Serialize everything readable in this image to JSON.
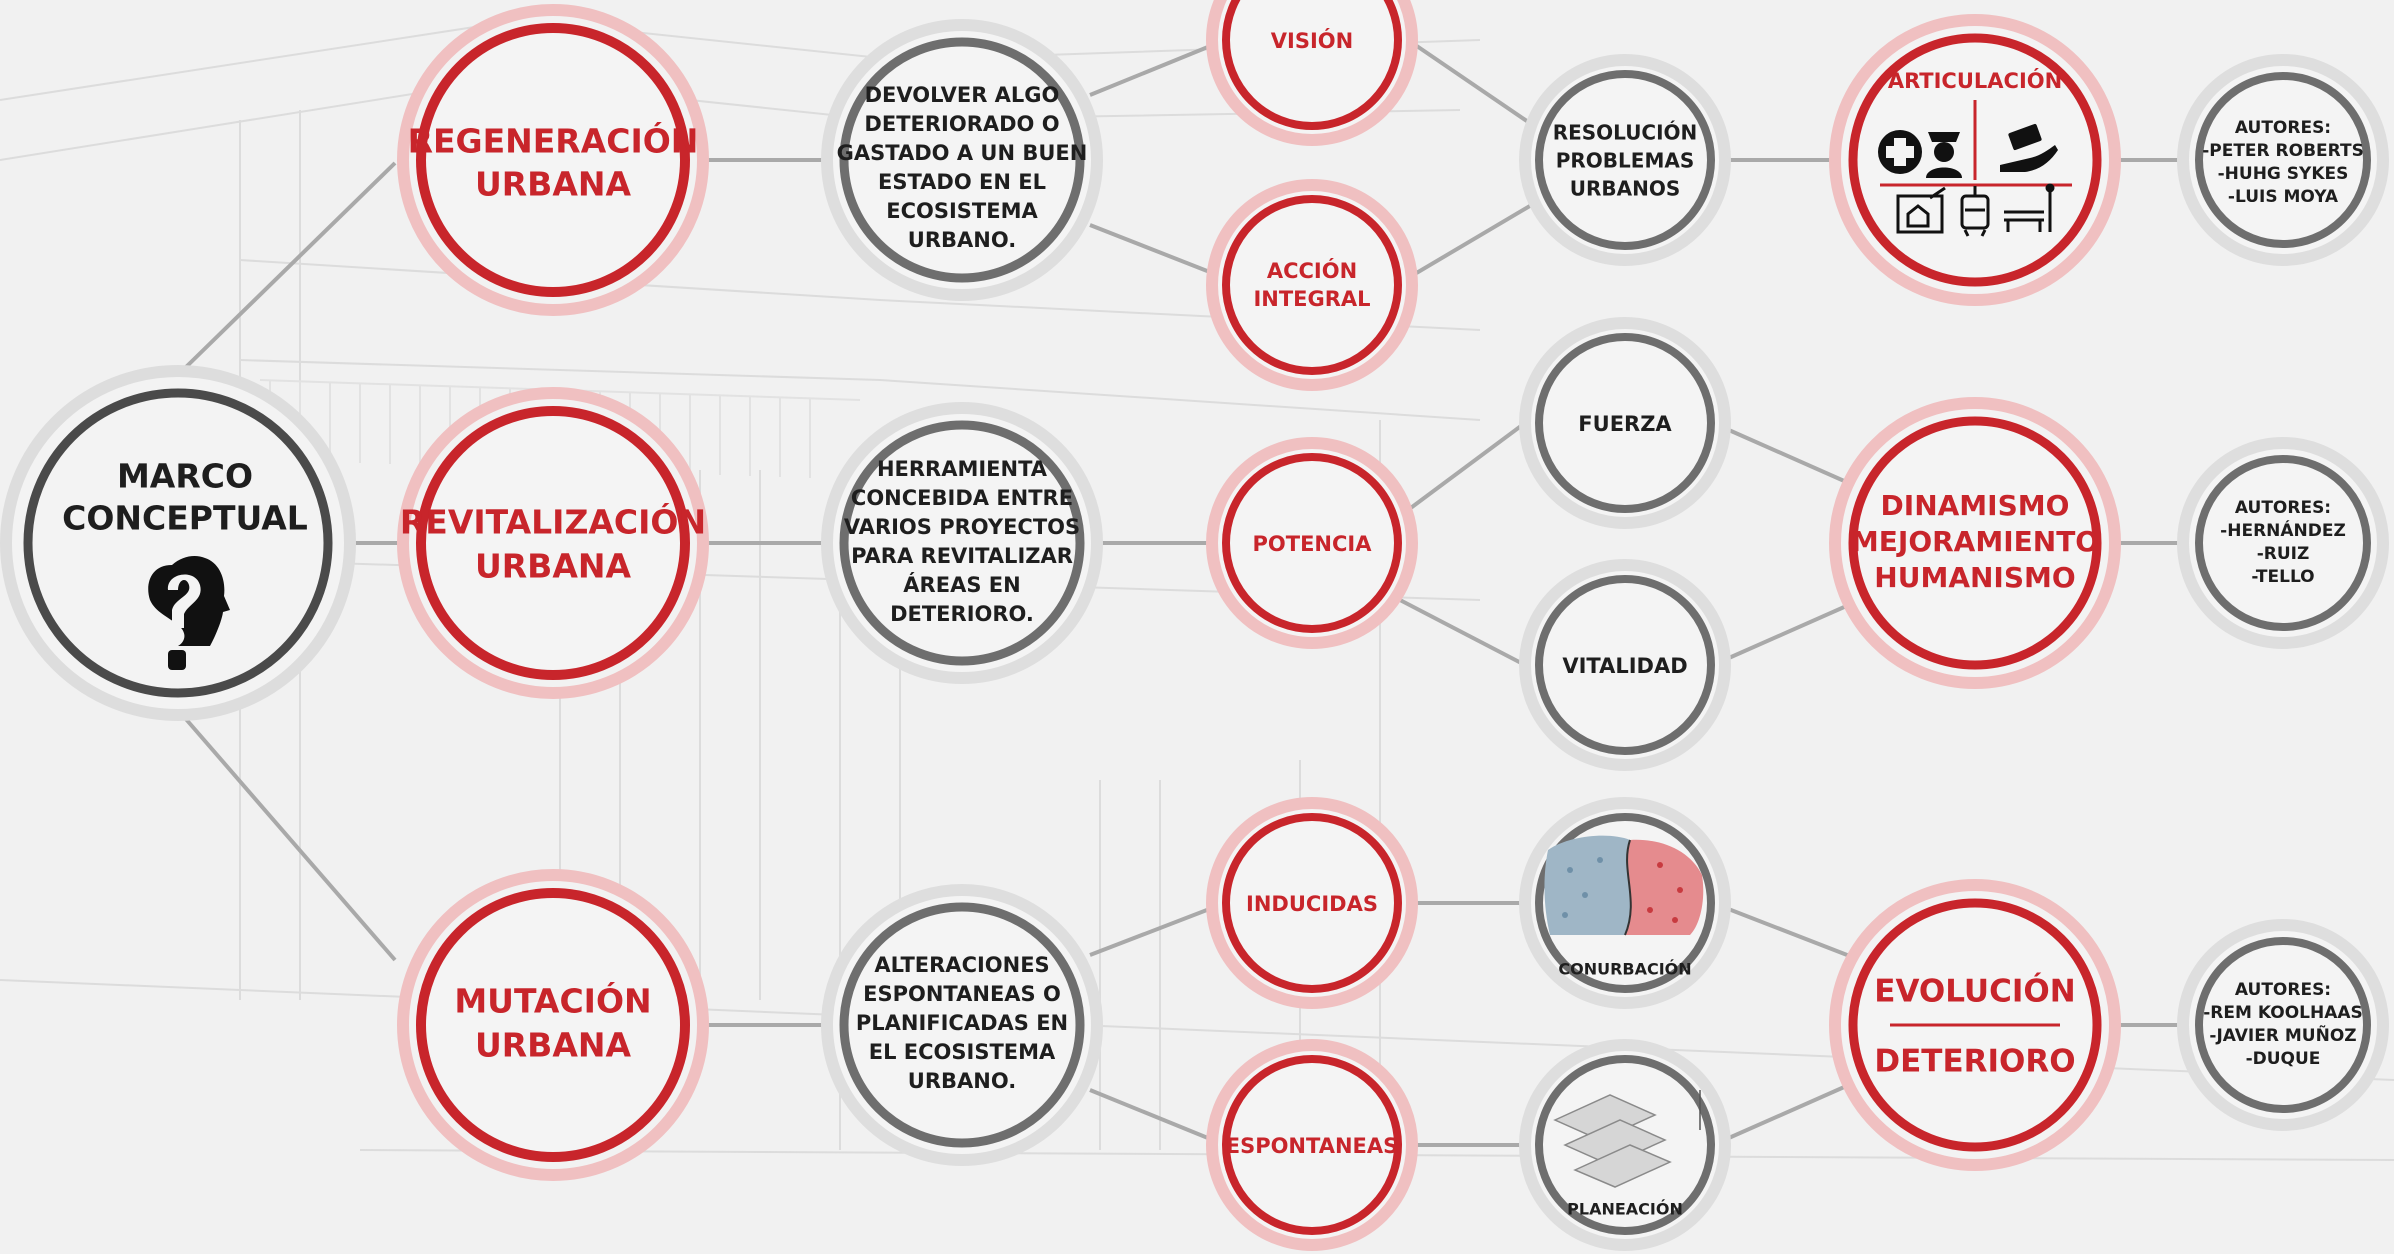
{
  "colors": {
    "red": "#c8252b",
    "grey": "#6e6e6e",
    "dark": "#1e1e1e",
    "line": "#a9a9a9",
    "background": "#f1f1f1"
  },
  "center": {
    "lines": [
      "MARCO",
      "CONCEPTUAL"
    ],
    "icon": "head-question-icon"
  },
  "concepts": {
    "regeneracion": [
      "REGENERACIÓN",
      "URBANA"
    ],
    "revitalizacion": [
      "REVITALIZACIÓN",
      "URBANA"
    ],
    "mutacion": [
      "MUTACIÓN",
      "URBANA"
    ]
  },
  "definitions": {
    "regeneracion": [
      "DEVOLVER ALGO",
      "DETERIORADO O",
      "GASTADO A UN BUEN",
      "ESTADO EN EL",
      "ECOSISTEMA",
      "URBANO."
    ],
    "revitalizacion": [
      "HERRAMIENTA",
      "CONCEBIDA ENTRE",
      "VARIOS PROYECTOS",
      "PARA REVITALIZAR",
      "ÁREAS EN",
      "DETERIORO."
    ],
    "mutacion": [
      "ALTERACIONES",
      "ESPONTANEAS O",
      "PLANIFICADAS EN",
      "EL ECOSISTEMA",
      "URBANO."
    ]
  },
  "attributes": {
    "vision": [
      "VISIÓN"
    ],
    "accion": [
      "ACCIÓN",
      "INTEGRAL"
    ],
    "potencia": [
      "POTENCIA"
    ],
    "inducidas": [
      "INDUCIDAS"
    ],
    "espontaneas": [
      "ESPONTANEAS"
    ]
  },
  "outcomes": {
    "resolucion": [
      "RESOLUCIÓN",
      "PROBLEMAS",
      "URBANOS"
    ],
    "fuerza": [
      "FUERZA"
    ],
    "vitalidad": [
      "VITALIDAD"
    ],
    "conurbacion": [
      "CONURBACIÓN"
    ],
    "planeacion": [
      "PLANEACIÓN"
    ]
  },
  "synthesis": {
    "articulacion": {
      "title": "ARTICULACIÓN",
      "icons": [
        "health-cross-icon",
        "police-officer-icon",
        "money-hand-icon",
        "home-plan-icon",
        "tram-icon",
        "park-bench-icon"
      ]
    },
    "dinamismo": [
      "DINAMISMO",
      "MEJORAMIENTO",
      "HUMANISMO"
    ],
    "evolucion": [
      "EVOLUCIÓN",
      "DETERIORO"
    ]
  },
  "authors": {
    "regeneracion": [
      "AUTORES:",
      "-PETER ROBERTS",
      "-HUHG SYKES",
      "-LUIS MOYA"
    ],
    "revitalizacion": [
      "AUTORES:",
      "-HERNÁNDEZ",
      "-RUIZ",
      "-TELLO"
    ],
    "mutacion": [
      "AUTORES:",
      "-REM KOOLHAAS",
      "-JAVIER MUÑOZ",
      "-DUQUE"
    ]
  }
}
